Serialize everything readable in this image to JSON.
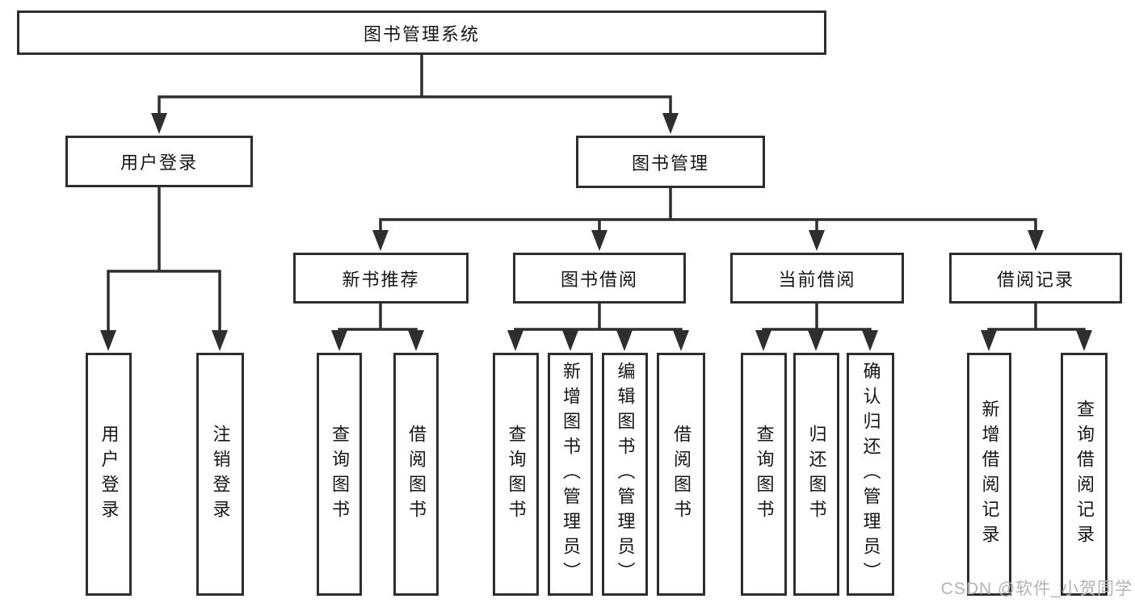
{
  "colors": {
    "line": "#2e2e2e",
    "text": "#161616",
    "watermark": "#b3b3b3",
    "bg": "#ffffff"
  },
  "diagram": {
    "root": {
      "label": "图书管理系统"
    },
    "branches": [
      {
        "label": "用户登录",
        "children": [
          {
            "label": "用户登录"
          },
          {
            "label": "注销登录"
          }
        ]
      },
      {
        "label": "图书管理",
        "children": [
          {
            "label": "新书推荐",
            "children": [
              {
                "label": "查询图书"
              },
              {
                "label": "借阅图书"
              }
            ]
          },
          {
            "label": "图书借阅",
            "children": [
              {
                "label": "查询图书"
              },
              {
                "label": "新增图书（管理员）"
              },
              {
                "label": "编辑图书（管理员）"
              },
              {
                "label": "借阅图书"
              }
            ]
          },
          {
            "label": "当前借阅",
            "children": [
              {
                "label": "查询图书"
              },
              {
                "label": "归还图书"
              },
              {
                "label": "确认归还（管理员）"
              }
            ]
          },
          {
            "label": "借阅记录",
            "children": [
              {
                "label": "新增借阅记录"
              },
              {
                "label": "查询借阅记录"
              }
            ]
          }
        ]
      }
    ]
  },
  "watermark": {
    "text": "CSDN @软件_小贺同学"
  }
}
